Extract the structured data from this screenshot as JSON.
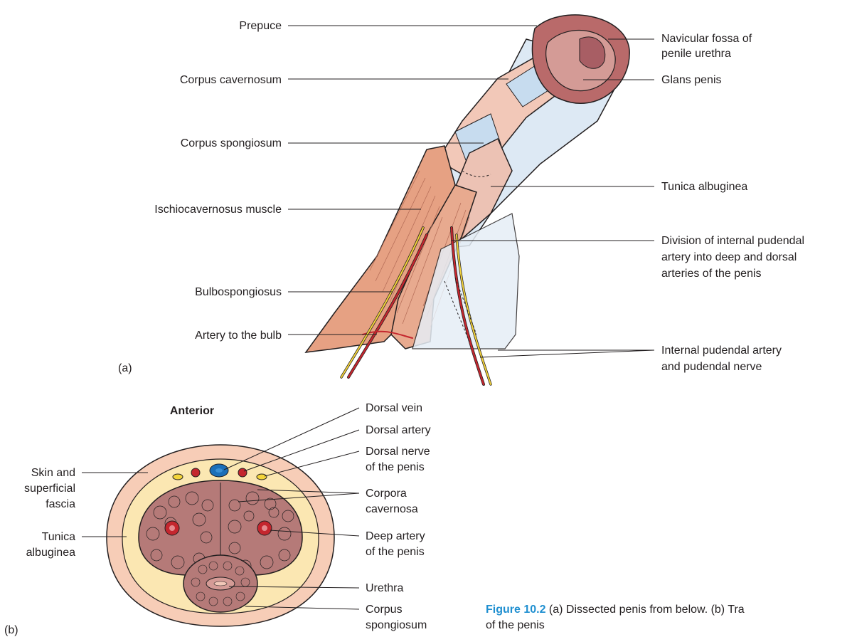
{
  "figure": {
    "panel_a": {
      "letter": "(a)",
      "labels": {
        "prepuce": "Prepuce",
        "corpus_cavernosum": "Corpus cavernosum",
        "corpus_spongiosum": "Corpus spongiosum",
        "ischiocavernosus": "Ischiocavernosus muscle",
        "bulbospongiosus": "Bulbospongiosus",
        "artery_bulb": "Artery to the bulb",
        "navicular_1": "Navicular fossa of",
        "navicular_2": "penile urethra",
        "glans": "Glans penis",
        "tunica": "Tunica albuginea",
        "division_1": "Division of internal pudendal",
        "division_2": "artery into deep and dorsal",
        "division_3": "arteries of the penis",
        "pudendal_1": "Internal pudendal artery",
        "pudendal_2": "and pudendal nerve"
      }
    },
    "panel_b": {
      "letter": "(b)",
      "anterior": "Anterior",
      "labels": {
        "dorsal_vein": "Dorsal vein",
        "dorsal_artery": "Dorsal artery",
        "dorsal_nerve_1": "Dorsal nerve",
        "dorsal_nerve_2": "of the penis",
        "corpora_1": "Corpora",
        "corpora_2": "cavernosa",
        "deep_artery_1": "Deep artery",
        "deep_artery_2": "of the penis",
        "urethra": "Urethra",
        "spongiosum_1": "Corpus",
        "spongiosum_2": "spongiosum",
        "skin_1": "Skin and",
        "skin_2": "superficial",
        "skin_3": "fascia",
        "tunica_1": "Tunica",
        "tunica_2": "albuginea"
      }
    },
    "caption": {
      "number": "Figure 10.2",
      "text_line1": " (a) Dissected penis from below. (b) Tra",
      "text_line2": "of the penis"
    },
    "colors": {
      "skin": "#f7cdb7",
      "fascia": "#fbe7b2",
      "cavernosum": "#b57a78",
      "muscle": "#e6a183",
      "tunica_blue": "#c7dcef",
      "artery": "#c4262e",
      "nerve": "#f3d43a",
      "vein": "#1c6fb8",
      "caption_blue": "#1f8fd0"
    }
  }
}
